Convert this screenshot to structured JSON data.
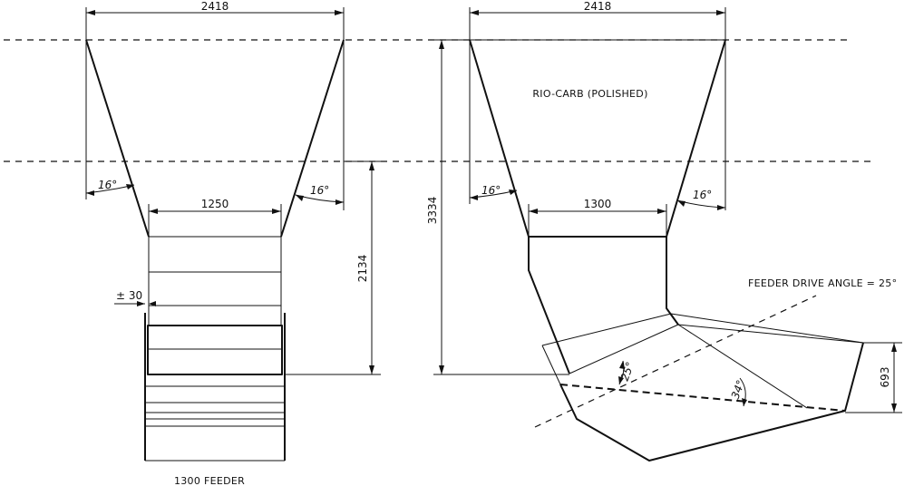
{
  "left_view": {
    "top_width": "2418",
    "bottom_width": "1250",
    "angle_left": "16°",
    "angle_right": "16°",
    "height": "2134",
    "tolerance": "± 30",
    "caption": "1300 FEEDER"
  },
  "right_view": {
    "top_width": "2418",
    "bottom_width": "1300",
    "angle_left": "16°",
    "angle_right": "16°",
    "total_height": "3334",
    "material_label": "RIO-CARB (POLISHED)",
    "feeder_drive_label": "FEEDER DRIVE ANGLE = 25°",
    "drive_angle": "25°",
    "chute_angle": "34°",
    "chute_depth": "693"
  }
}
